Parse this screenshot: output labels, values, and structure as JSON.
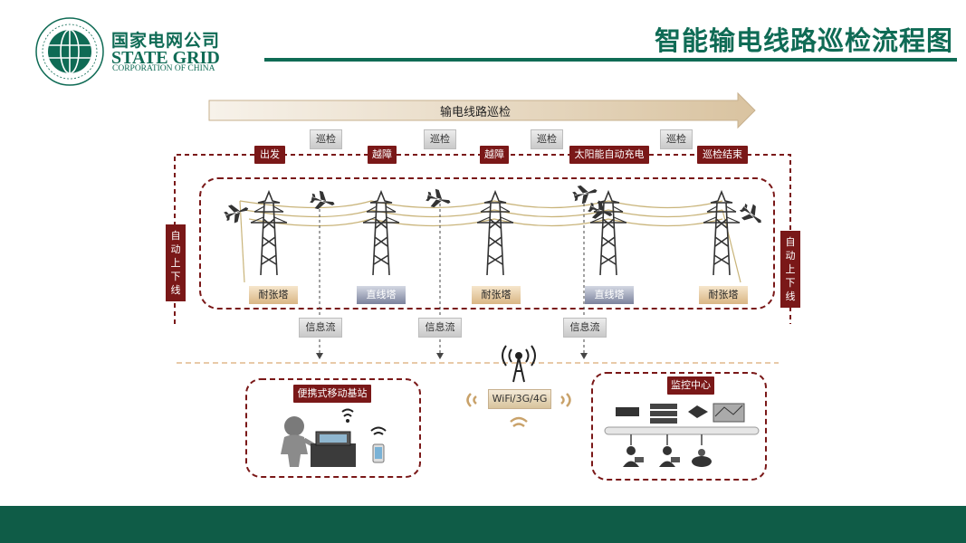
{
  "header": {
    "company_cn": "国家电网公司",
    "company_en": "STATE GRID",
    "company_sub": "CORPORATION OF CHINA",
    "seal_text": "国家电网公司 STATE GRID CORPORATION OF CHINA",
    "title": "智能输电线路巡检流程图"
  },
  "arrow_label": "输电线路巡检",
  "stages": [
    "出发",
    "越障",
    "越障",
    "太阳能自动充电",
    "巡检结束"
  ],
  "patrol_labels": [
    "巡检",
    "巡检",
    "巡检",
    "巡检"
  ],
  "side_labels": {
    "left": "自动上下线",
    "right": "自动上下线"
  },
  "towers": [
    "耐张塔",
    "直线塔",
    "耐张塔",
    "直线塔",
    "耐张塔"
  ],
  "info_flow": [
    "信息流",
    "信息流",
    "信息流"
  ],
  "bottom": {
    "mobile_station": "便携式移动基站",
    "network": "WiFi/3G/4G",
    "monitor_center": "监控中心"
  },
  "colors": {
    "brand_green": "#0f6b55",
    "dark_red": "#7a1818",
    "footer_green": "#0f5c47"
  }
}
